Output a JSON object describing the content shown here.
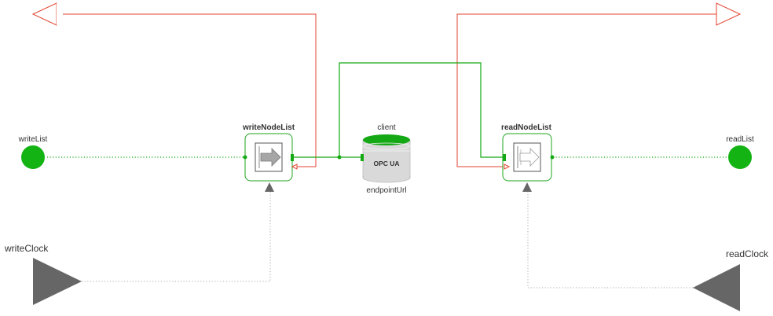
{
  "colors": {
    "red_wire": "#e3432f",
    "green_wire": "#13a913",
    "dot_green": "#14b314",
    "block_border": "#1ea51e",
    "gray_dotted": "#aaaaaa",
    "clock_gray": "#666666",
    "arrow_up": "#666666",
    "db_green": "#15a815",
    "db_body": "#d9d9d9"
  },
  "icons": {
    "write_block": "arrow-right-icon",
    "read_block": "arrow-right-icon",
    "database": "database-icon",
    "clock": "triangle-icon",
    "output": "outlined-triangle-icon"
  },
  "diagram": {
    "write_list": {
      "label": "writeList"
    },
    "read_list": {
      "label": "readList"
    },
    "write_node_list": {
      "label": "writeNodeList"
    },
    "read_node_list": {
      "label": "readNodeList"
    },
    "client": {
      "label": "client",
      "db_text": "OPC UA",
      "sublabel": "endpointUrl"
    },
    "write_clock": {
      "label": "writeClock"
    },
    "read_clock": {
      "label": "readClock"
    }
  }
}
